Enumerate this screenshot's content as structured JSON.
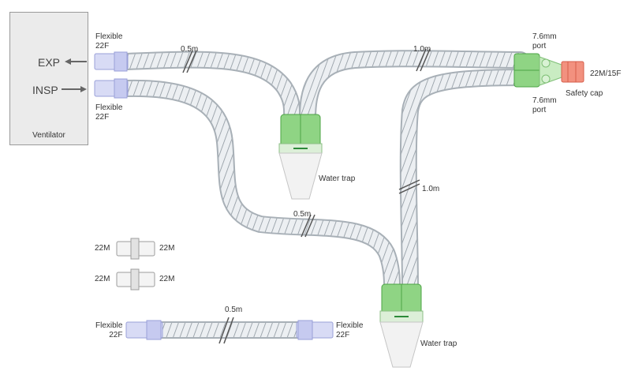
{
  "ventilator": {
    "title": "Ventilator",
    "exp_label": "EXP",
    "insp_label": "INSP"
  },
  "labels": {
    "flex_top": "Flexible\n22F",
    "flex_bottom": "Flexible\n22F",
    "len_top_left": "0.5m",
    "len_top_right": "1.0m",
    "len_right_vertical": "1.0m",
    "len_middle": "0.5m",
    "len_bottom": "0.5m",
    "water_trap_top": "Water trap",
    "water_trap_bottom": "Water trap",
    "port_top": "7.6mm\nport",
    "port_bottom": "7.6mm\nport",
    "cap_size": "22M/15F",
    "safety_cap": "Safety cap",
    "adapter1_left": "22M",
    "adapter1_right": "22M",
    "adapter2_left": "22M",
    "adapter2_right": "22M",
    "spare_flex_left": "Flexible\n22F",
    "spare_flex_right": "Flexible\n22F"
  },
  "colors": {
    "tube": "#e6e9ec",
    "tube_rib": "#9aa3ab",
    "connector_blue": "#c9cdf0",
    "green": "#7fcc74",
    "safety_cap": "#f08a7a"
  }
}
